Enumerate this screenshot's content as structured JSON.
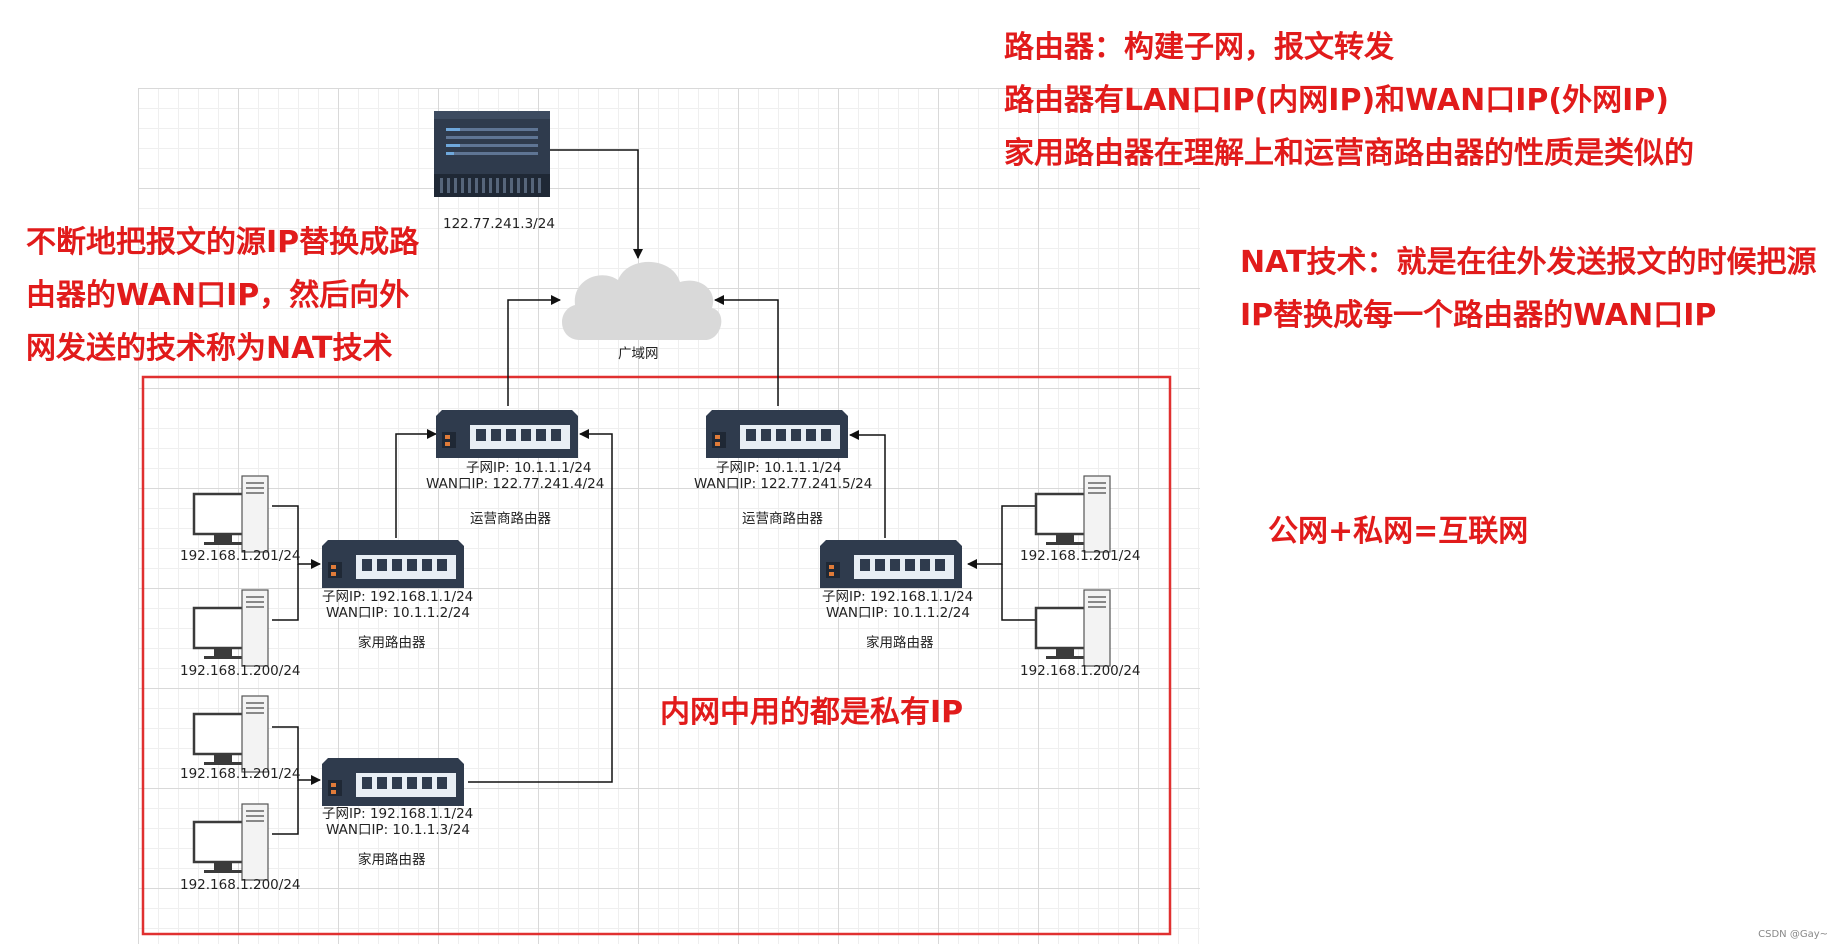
{
  "notes": {
    "top_right": [
      "路由器：构建子网，报文转发",
      "路由器有LAN口IP(内网IP)和WAN口IP(外网IP)",
      "家用路由器在理解上和运营商路由器的性质是类似的"
    ],
    "left": [
      "不断地把报文的源IP替换成路",
      "由器的WAN口IP，然后向外",
      "网发送的技术称为NAT技术"
    ],
    "right_nat": [
      "NAT技术：就是在往外发送报文的时候把源",
      "IP替换成每一个路由器的WAN口IP"
    ],
    "formula": "公网+私网=互联网",
    "private_ip": "内网中用的都是私有IP"
  },
  "server": {
    "ip": "122.77.241.3/24"
  },
  "cloud": {
    "label": "广域网"
  },
  "isp_routers": [
    {
      "subnet": "子网IP:  10.1.1.1/24",
      "wan": "WAN口IP:  122.77.241.4/24",
      "label": "运营商路由器"
    },
    {
      "subnet": "子网IP:  10.1.1.1/24",
      "wan": "WAN口IP:  122.77.241.5/24",
      "label": "运营商路由器"
    }
  ],
  "home_routers": [
    {
      "subnet": "子网IP:  192.168.1.1/24",
      "wan": "WAN口IP:  10.1.1.2/24",
      "label": "家用路由器"
    },
    {
      "subnet": "子网IP:  192.168.1.1/24",
      "wan": "WAN口IP:  10.1.1.3/24",
      "label": "家用路由器"
    },
    {
      "subnet": "子网IP:  192.168.1.1/24",
      "wan": "WAN口IP:  10.1.1.2/24",
      "label": "家用路由器"
    }
  ],
  "hosts": [
    "192.168.1.201/24",
    "192.168.1.200/24",
    "192.168.1.201/24",
    "192.168.1.200/24",
    "192.168.1.201/24",
    "192.168.1.200/24"
  ],
  "colors": {
    "note_red": "#e11b1b",
    "box_red": "#e03030",
    "device_dark": "#2f3b4d",
    "port_bg": "#e8eef4",
    "led_orange": "#e07b39"
  },
  "watermark": "CSDN @Gay~"
}
